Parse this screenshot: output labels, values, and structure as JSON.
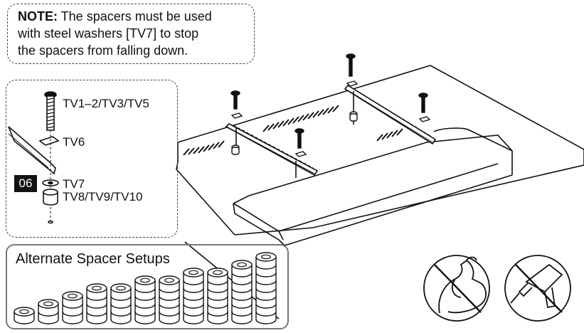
{
  "note": {
    "prefix": "NOTE:",
    "line1": " The spacers must be used",
    "line2": "with steel washers [TV7] to stop",
    "line3": "the spacers from falling down."
  },
  "detail": {
    "step": "06",
    "labels": {
      "screw": "TV1–2/TV3/TV5",
      "plate": "TV6",
      "washer": "TV7",
      "spacer": "TV8/TV9/TV10"
    }
  },
  "spacers": {
    "title": "Alternate Spacer Setups",
    "stack_counts": [
      1,
      2,
      3,
      4,
      4,
      5,
      5,
      6,
      6,
      7,
      8
    ]
  },
  "warnings": [
    "no-excessive-force-icon",
    "no-power-drill-icon"
  ]
}
